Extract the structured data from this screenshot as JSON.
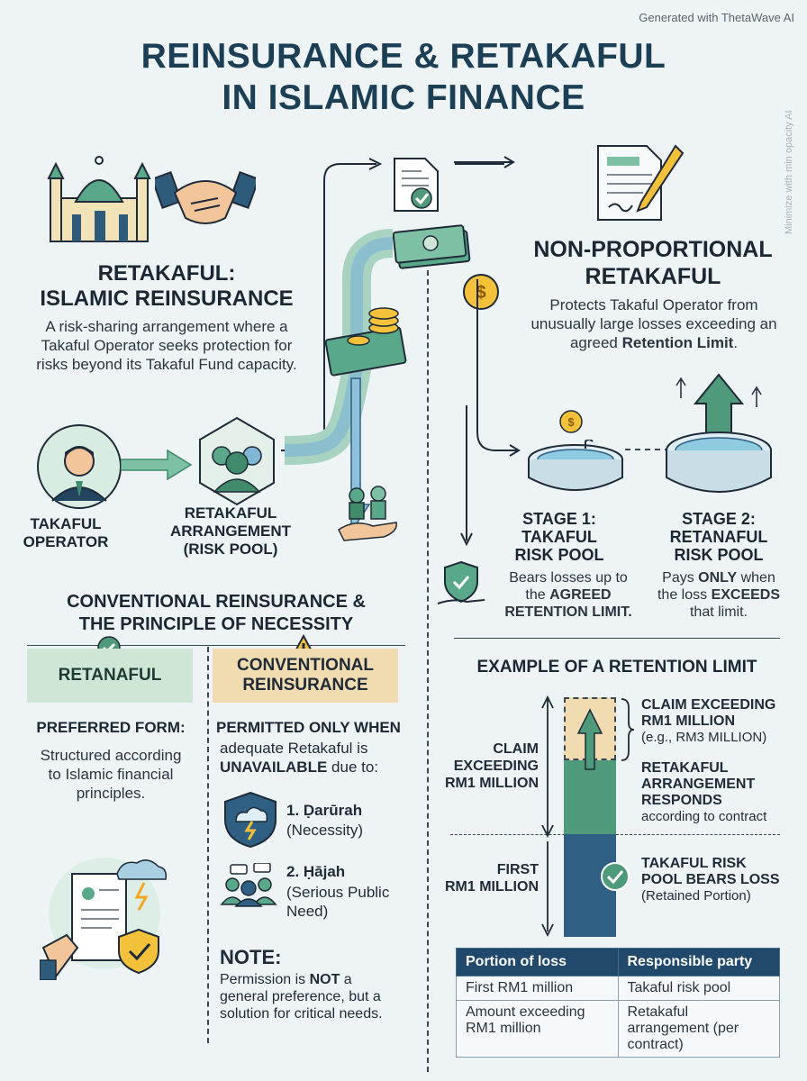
{
  "watermark": "Generated with ThetaWave AI",
  "watermark_side": "Minimize with min opacity AI",
  "title": {
    "line1": "REINSURANCE & RETAKAFUL",
    "line2": "IN ISLAMIC FINANCE"
  },
  "retakaful": {
    "heading_line1": "RETAKAFUL:",
    "heading_line2": "ISLAMIC REINSURANCE",
    "description": "A risk-sharing arrangement where a Takaful Operator seeks protection for risks beyond its Takaful Fund capacity."
  },
  "flow": {
    "operator_label_1": "TAKAFUL",
    "operator_label_2": "OPERATOR",
    "pool_label_1": "RETAKAFUL",
    "pool_label_2": "ARRANGEMENT",
    "pool_label_3": "(RISK POOL)"
  },
  "non_proportional": {
    "heading_line1": "NON-PROPORTIONAL",
    "heading_line2": "RETAKAFUL",
    "desc_1": "Protects Takaful Operator from unusually large losses exceeding an agreed ",
    "desc_bold": "Retention Limit",
    "desc_2": "."
  },
  "stage1": {
    "title_1": "STAGE 1:",
    "title_2": "TAKAFUL",
    "title_3": "RISK POOL",
    "desc_1": "Bears losses up to the ",
    "desc_bold": "AGREED RETENTION LIMIT."
  },
  "stage2": {
    "title_1": "STAGE 2:",
    "title_2": "RETANAFUL",
    "title_3": "RISK POOL",
    "desc_1": "Pays ",
    "desc_bold1": "ONLY",
    "desc_2": " when the loss ",
    "desc_bold2": "EXCEEDS",
    "desc_3": " that limit."
  },
  "conventional": {
    "heading_line1": "CONVENTIONAL REINSURANCE &",
    "heading_line2": "THE PRINCIPLE OF NECESSITY",
    "left_band": "RETANAFUL",
    "right_band_1": "CONVENTIONAL",
    "right_band_2": "REINSURANCE",
    "preferred_title": "PREFERRED FORM:",
    "preferred_desc": "Structured according to Islamic financial principles.",
    "permitted_title": "PERMITTED ONLY WHEN",
    "permitted_desc_1": "adequate Retakaful is ",
    "permitted_desc_bold": "UNAVAILABLE",
    "permitted_desc_2": " due to:",
    "item1_title": "1. Ḍarūrah",
    "item1_sub": "(Necessity)",
    "item2_title": "2. Ḥājah",
    "item2_sub": "(Serious Public Need)",
    "note_title": "NOTE:",
    "note_1": "Permission is ",
    "note_bold": "NOT",
    "note_2": " a general preference, but a solution for critical needs."
  },
  "retention": {
    "heading": "EXAMPLE OF A RETENTION LIMIT",
    "left_upper_1": "CLAIM",
    "left_upper_2": "EXCEEDING",
    "left_upper_3": "RM1 MILLION",
    "left_lower_1": "FIRST",
    "left_lower_2": "RM1 MILLION",
    "r1_title_1": "CLAIM EXCEEDING",
    "r1_title_2": "RM1 MILLION",
    "r1_sub": "(e.g., RM3 MILLION)",
    "r2_title_1": "RETAKAFUL",
    "r2_title_2": "ARRANGEMENT",
    "r2_title_3": "RESPONDS",
    "r2_sub": "according to contract",
    "r3_title_1": "TAKAFUL RISK",
    "r3_title_2": "POOL BEARS LOSS",
    "r3_sub": "(Retained Portion)"
  },
  "table": {
    "headers": [
      "Portion of loss",
      "Responsible party"
    ],
    "rows": [
      [
        "First RM1 million",
        "Takaful risk pool"
      ],
      [
        "Amount exceeding RM1 million",
        "Retakaful arrangement (per contract)"
      ]
    ]
  },
  "colors": {
    "navy": "#1c3f55",
    "green": "#4f9a7a",
    "light_green": "#cfe6d6",
    "tan": "#f0dcb0",
    "blue_pool": "#2f5f82",
    "water": "#8fcbe0"
  }
}
